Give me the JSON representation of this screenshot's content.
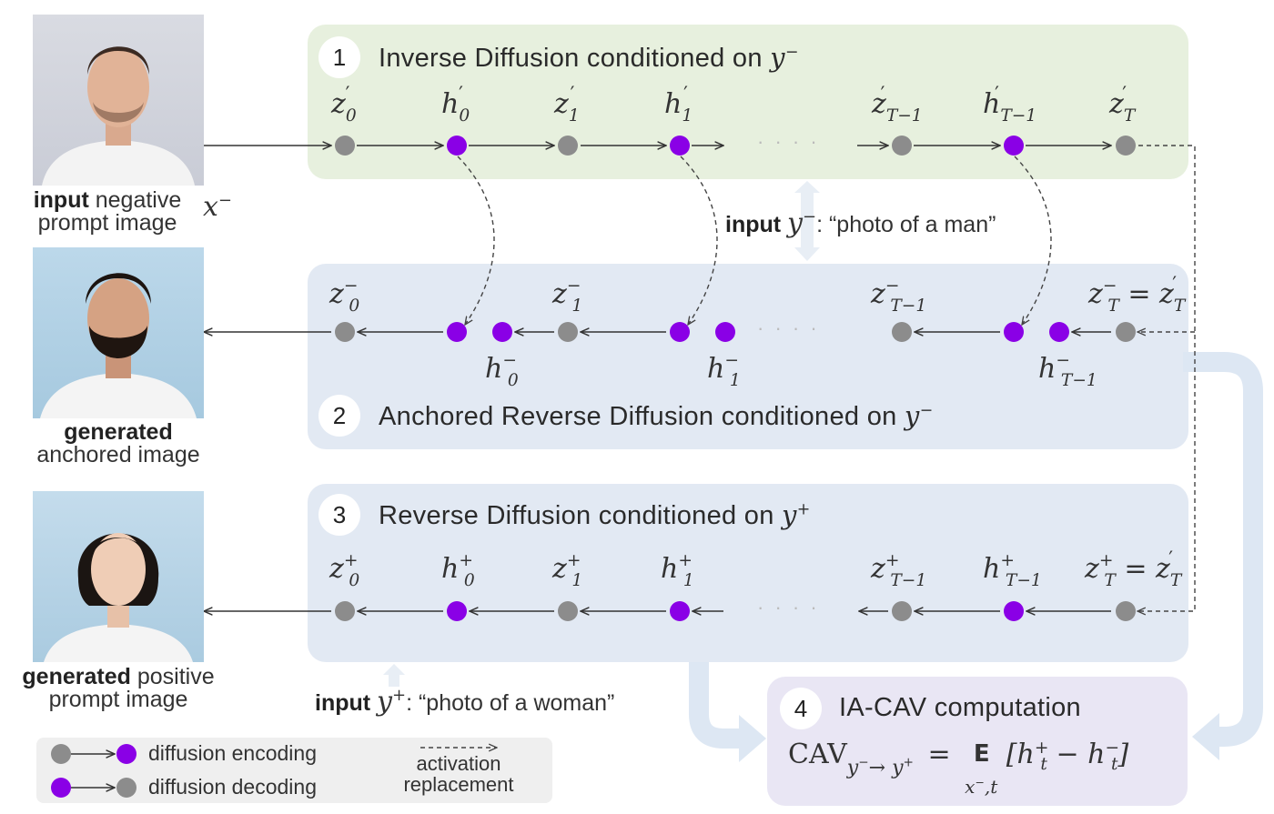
{
  "panels": {
    "p1": {
      "num": "1",
      "title": "Inverse Diffusion conditioned on"
    },
    "p2": {
      "num": "2",
      "title": "Anchored Reverse Diffusion conditioned on"
    },
    "p3": {
      "num": "3",
      "title": "Reverse Diffusion conditioned on"
    },
    "p4": {
      "num": "4",
      "title": "IA-CAV computation"
    }
  },
  "formula": {
    "lhs": "CAV",
    "expectation": "E"
  },
  "images": {
    "img1": {
      "caption_bold": "input",
      "caption_rest": "negative",
      "caption_line2": "prompt image",
      "symbol": "x"
    },
    "img2": {
      "caption_bold": "generated",
      "caption_line2": "anchored image"
    },
    "img3": {
      "caption_bold": "generated",
      "caption_rest": "positive",
      "caption_line2": "prompt image"
    }
  },
  "inputs": {
    "neg": {
      "label": "input",
      "prompt": ": “photo of a man”"
    },
    "pos": {
      "label": "input",
      "prompt": ": “photo of a woman”"
    }
  },
  "legend": {
    "encoding": "diffusion encoding",
    "decoding": "diffusion decoding",
    "replacement_line1": "activation",
    "replacement_line2": "replacement"
  },
  "ellipsis": "· · · ·",
  "colors": {
    "latent": "#8c8c8c",
    "activation": "#8a00e6",
    "panel1": "#e7f0de",
    "panel2": "#e2e9f3",
    "panel4": "#e9e6f4",
    "flow_arrow": "#dde7f3"
  }
}
